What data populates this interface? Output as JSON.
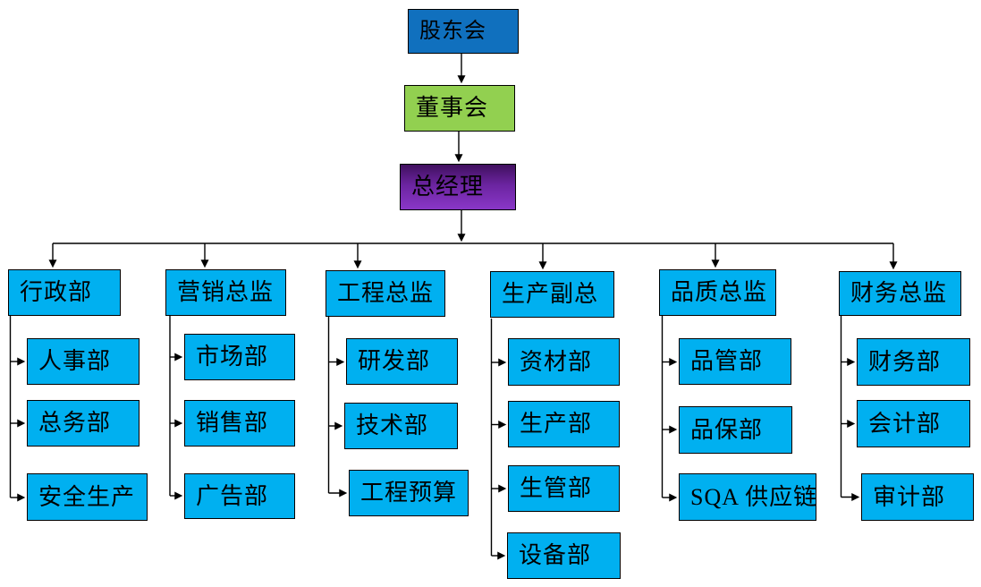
{
  "org_chart": {
    "levels": {
      "shareholders": "股东会",
      "board": "董事会",
      "general_manager": "总经理"
    },
    "branches": [
      {
        "label": "行政部",
        "children": [
          "人事部",
          "总务部",
          "安全生产"
        ]
      },
      {
        "label": "营销总监",
        "children": [
          "市场部",
          "销售部",
          "广告部"
        ]
      },
      {
        "label": "工程总监",
        "children": [
          "研发部",
          "技术部",
          "工程预算"
        ]
      },
      {
        "label": "生产副总",
        "children": [
          "资材部",
          "生产部",
          "生管部",
          "设备部"
        ]
      },
      {
        "label": "品质总监",
        "children": [
          "品管部",
          "品保部",
          "SQA 供应链"
        ]
      },
      {
        "label": "财务总监",
        "children": [
          "财务部",
          "会计部",
          "审计部"
        ]
      }
    ],
    "colors": {
      "shareholders_box": "#1070BE",
      "board_box": "#92D050",
      "gm_box_gradient_top": "#40105E",
      "gm_box_gradient_bottom": "#8A37C8",
      "department_box": "#00B0F0",
      "box_border": "#000000",
      "connector": "#000000",
      "text": "#000000",
      "background": "#FFFFFF"
    }
  }
}
